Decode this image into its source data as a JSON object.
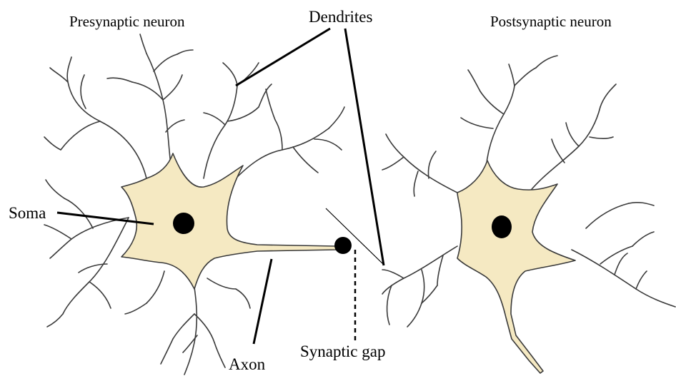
{
  "labels": {
    "presynaptic": "Presynaptic neuron",
    "postsynaptic": "Postsynaptic neuron",
    "dendrites": "Dendrites",
    "soma": "Soma",
    "axon": "Axon",
    "synaptic_gap": "Synaptic gap"
  },
  "colors": {
    "soma_fill": "#f5e9c2",
    "outline": "#3a3a3a",
    "nucleus": "#000000",
    "leader_line": "#000000"
  }
}
